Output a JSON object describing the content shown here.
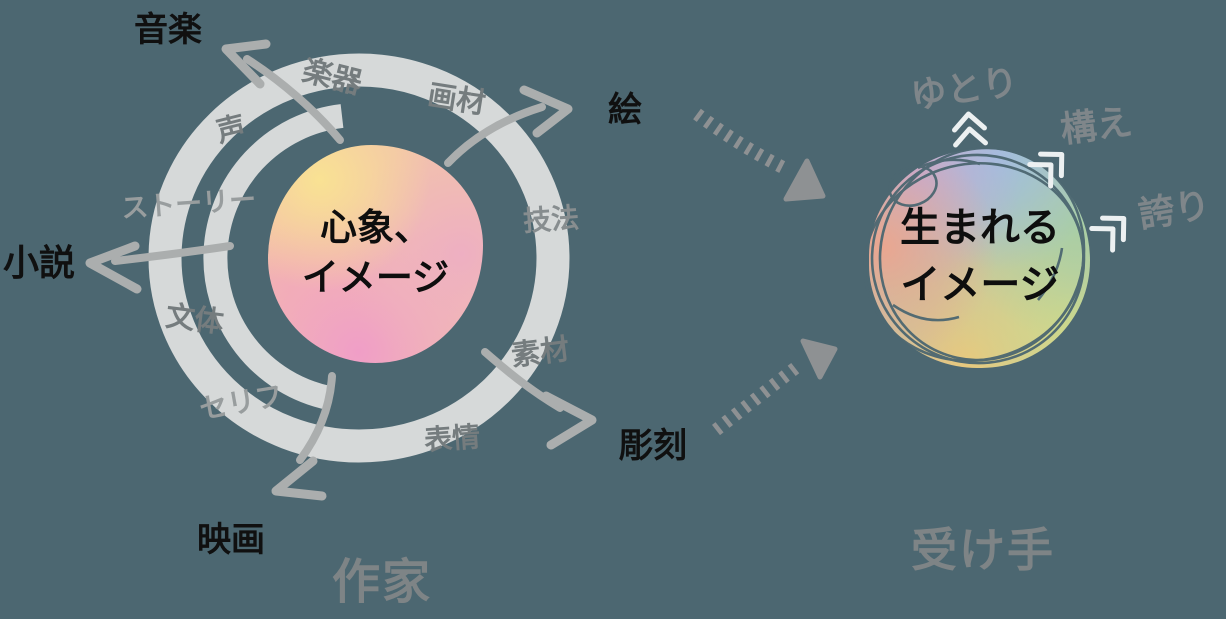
{
  "colors": {
    "background": "#4c6771",
    "ring": "#d6d9d9",
    "solid_arrow": "#abaeae",
    "dashed_arrow": "#8e9193",
    "chevron": "#ecf0f1",
    "black_text": "#101010",
    "muted_text": "#757c7e",
    "light_text": "#989d9e",
    "role_text": "#7e8486"
  },
  "left": {
    "center": {
      "line1": "心象、",
      "line2": "イメージ"
    },
    "role": "作家",
    "outputs": {
      "music": "音楽",
      "picture": "絵",
      "novel": "小説",
      "sculpture": "彫刻",
      "movie": "映画"
    },
    "ring_words": {
      "instrument": "楽器",
      "art_materials": "画材",
      "voice": "声",
      "story": "ストーリー",
      "technique": "技法",
      "writing_style": "文体",
      "dialogue": "セリフ",
      "material": "素材",
      "expression": "表情"
    }
  },
  "right": {
    "center": {
      "line1": "生まれる",
      "line2": "イメージ"
    },
    "role": "受け手",
    "attitudes": {
      "ease": "ゆとり",
      "stance": "構え",
      "pride": "誇り"
    }
  }
}
